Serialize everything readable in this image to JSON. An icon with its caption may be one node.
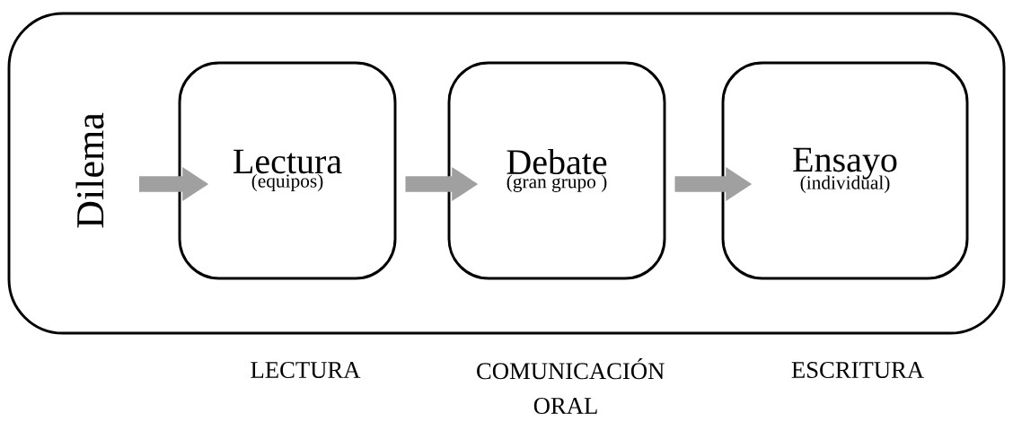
{
  "diagram": {
    "nodes": [
      {
        "text": [
          "Dilema"
        ]
      },
      {
        "text": [
          "Lectura",
          "(equipos)"
        ],
        "in": 0
      },
      {
        "text": [
          "Debate",
          "(gran grupo )"
        ],
        "in": 0
      },
      {
        "text": [
          "Ensayo",
          "(individual)"
        ],
        "in": 0
      }
    ],
    "edges": [
      {
        "from": null,
        "to": 1,
        "arrow": "to"
      },
      {
        "from": 1,
        "to": 2,
        "arrow": "to"
      },
      {
        "from": 2,
        "to": 3,
        "arrow": "to"
      }
    ],
    "labels": [
      "LECTURA",
      "COMUNICACIÓN ORAL",
      "ESCRITURA"
    ]
  }
}
